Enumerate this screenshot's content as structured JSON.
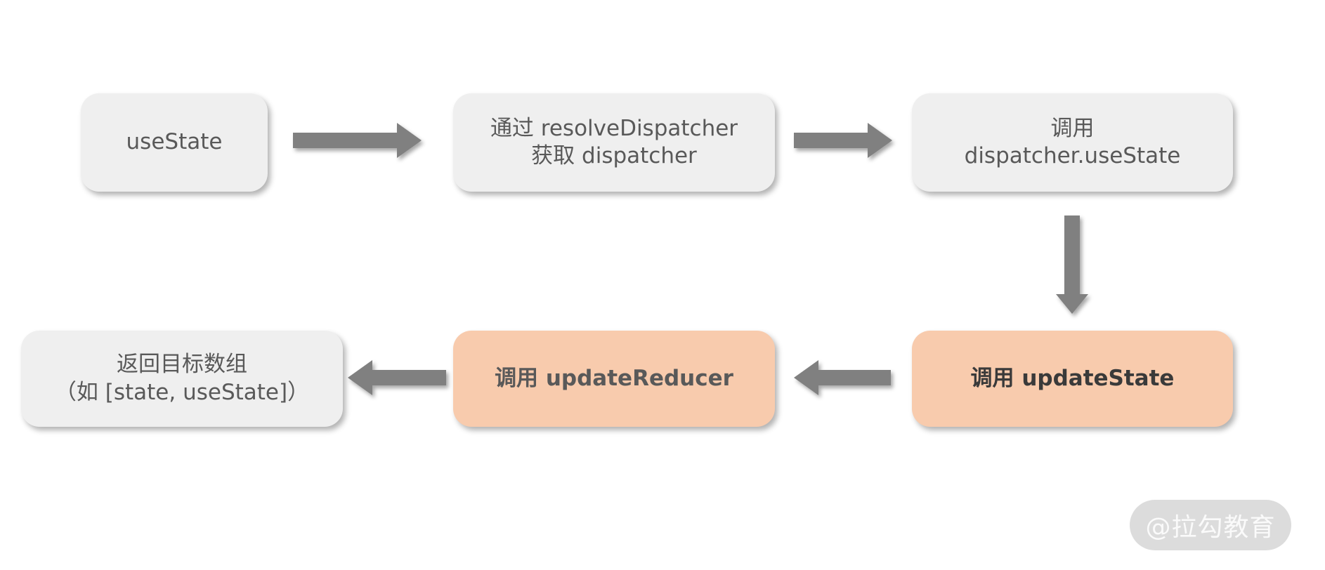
{
  "colors": {
    "canvas_bg": "#ffffff",
    "node_gray_bg": "#efefef",
    "node_gray_text": "#595959",
    "node_orange_bg": "#f8cbad",
    "node_orange_text_strong": "#3a3a3a",
    "arrow_color": "#808080",
    "watermark_bg": "#dcdcdc",
    "watermark_text": "#fafafa"
  },
  "flow": {
    "nodes": {
      "usestate": {
        "line1": "useState"
      },
      "resolve_dispatcher": {
        "line1": "通过 resolveDispatcher",
        "line2": "获取 dispatcher"
      },
      "dispatcher_usestate": {
        "line1": "调用",
        "line2": "dispatcher.useState"
      },
      "update_state": {
        "line1": "调用 updateState"
      },
      "update_reducer": {
        "line1": "调用 updateReducer"
      },
      "return_array": {
        "line1": "返回目标数组",
        "line2": "（如 [state, useState]）"
      }
    }
  },
  "watermark": {
    "label": "@拉勾教育"
  }
}
